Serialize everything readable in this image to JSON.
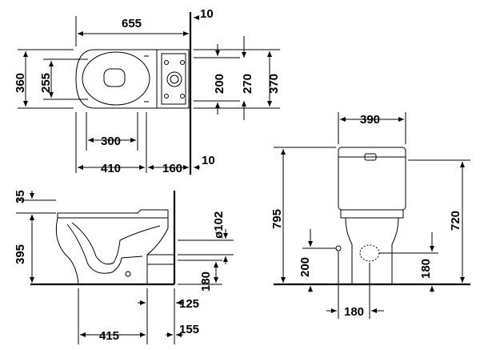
{
  "dimensions": {
    "top_width": "655",
    "top_wall_gap": "10",
    "top_depth": "360",
    "top_seat_depth": "255",
    "top_tank_200": "200",
    "top_tank_270": "270",
    "top_tank_370": "370",
    "top_300": "300",
    "top_410": "410",
    "top_160": "160",
    "top_wall_gap_2": "10",
    "side_35": "35",
    "side_395": "395",
    "side_pipe_dia": "ø102",
    "side_180": "180",
    "side_125": "125",
    "side_415": "415",
    "side_155": "155",
    "front_width": "390",
    "front_795": "795",
    "front_720": "720",
    "front_200": "200",
    "front_180_right": "180",
    "front_180_bottom": "180"
  }
}
